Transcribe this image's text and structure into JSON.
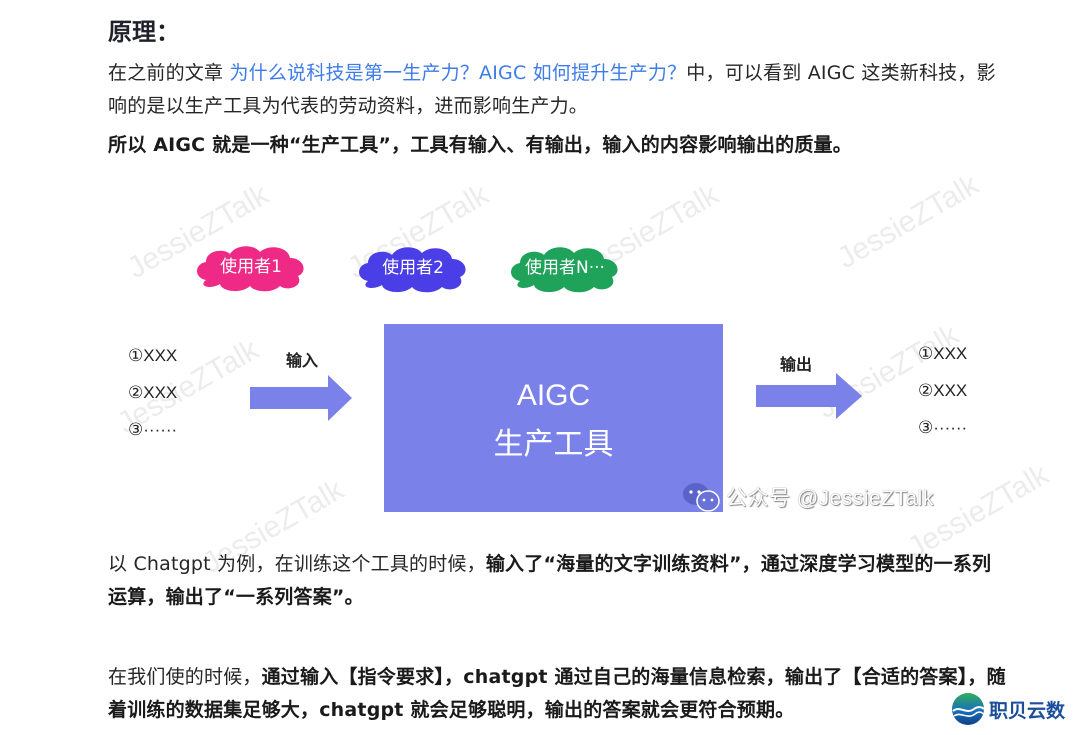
{
  "heading": "原理：",
  "paragraph1": {
    "before": "在之前的文章 ",
    "link": "为什么说科技是第一生产力？AIGC 如何提升生产力？",
    "after": "中，可以看到 AIGC 这类新科技，影响的是以生产工具为代表的劳动资料，进而影响生产力。"
  },
  "paragraph2": "所以 AIGC 就是一种“生产工具”，工具有输入、有输出，输入的内容影响输出的质量。",
  "diagram": {
    "users": [
      {
        "label": "使用者1",
        "color": "#ee2a86"
      },
      {
        "label": "使用者2",
        "color": "#4a3ee6"
      },
      {
        "label": "使用者N···",
        "color": "#1fa35a"
      }
    ],
    "input_list": [
      "①XXX",
      "②XXX",
      "③······"
    ],
    "input_label": "输入",
    "box": {
      "line1": "AIGC",
      "line2": "生产工具",
      "color": "#7a82ea"
    },
    "output_label": "输出",
    "output_list": [
      "①XXX",
      "②XXX",
      "③······"
    ],
    "arrow_color": "#7a82ea",
    "source_watermark": "公众号 @JessieZTalk",
    "watermark": "JessieZTalk"
  },
  "paragraph3": {
    "normal1": "以 Chatgpt 为例，在训练这个工具的时候，",
    "bold1": "输入了“海量的文字训练资料”，通过深度学习模型的一系列运算，输出了“一系列答案”。"
  },
  "paragraph4": {
    "normal1": "在我们使的时候，",
    "bold1": "通过输入【指令要求】，chatgpt 通过自己的海量信息检索，输出了【合适的答案】，随着训练的数据集足够大，chatgpt 就会足够聪明，输出的答案就会更符合预期。"
  },
  "logo": {
    "text": "职贝云数"
  }
}
